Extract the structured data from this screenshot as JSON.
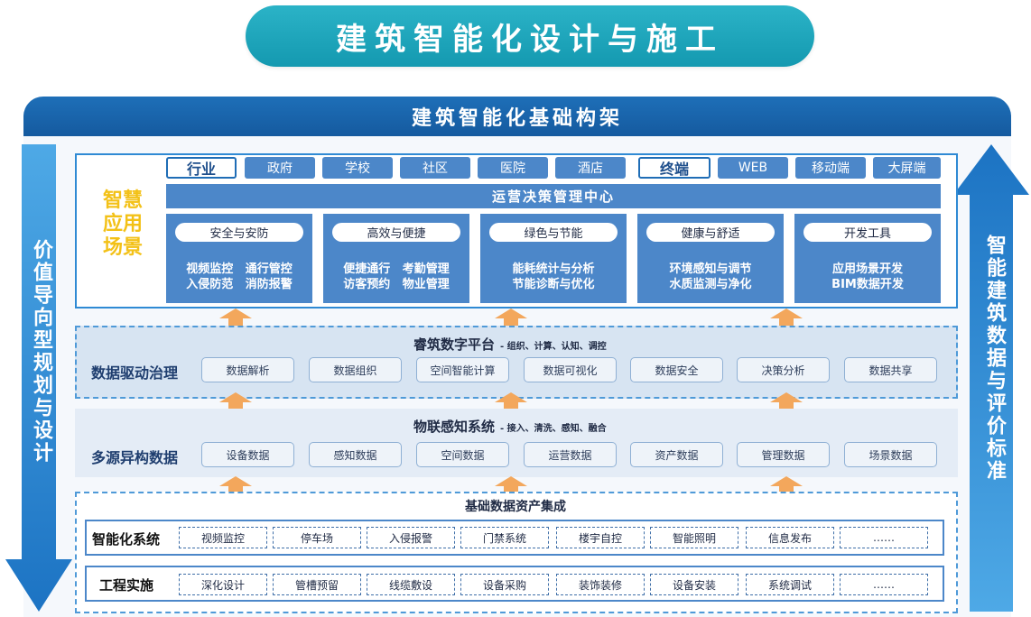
{
  "title": "建筑智能化设计与施工",
  "banner": "建筑智能化基础构架",
  "left_axis": "价值导向型规划与设计",
  "right_axis": "智能建筑数据与评价标准",
  "scenario": {
    "label": "智慧应用场景",
    "pills": [
      "行业",
      "政府",
      "学校",
      "社区",
      "医院",
      "酒店",
      "终端",
      "WEB",
      "移动端",
      "大屏端"
    ],
    "ops_center": "运营决策管理中心",
    "cards": [
      {
        "head": "安全与安防",
        "line1": "视频监控   通行管控",
        "line2": "入侵防范   消防报警"
      },
      {
        "head": "高效与便捷",
        "line1": "便捷通行   考勤管理",
        "line2": "访客预约   物业管理"
      },
      {
        "head": "绿色与节能",
        "line1": "能耗统计与分析",
        "line2": "节能诊断与优化"
      },
      {
        "head": "健康与舒适",
        "line1": "环境感知与调节",
        "line2": "水质监测与净化"
      },
      {
        "head": "开发工具",
        "line1": "应用场景开发",
        "line2": "BIM数据开发"
      }
    ]
  },
  "platform": {
    "title": "睿筑数字平台",
    "subtitle": "- 组织、计算、认知、调控",
    "left_label": "数据驱动治理",
    "items": [
      "数据解析",
      "数据组织",
      "空间智能计算",
      "数据可视化",
      "数据安全",
      "决策分析",
      "数据共享"
    ]
  },
  "iot": {
    "title": "物联感知系统",
    "subtitle": "- 接入、清洗、感知、融合",
    "left_label": "多源异构数据",
    "items": [
      "设备数据",
      "感知数据",
      "空间数据",
      "运营数据",
      "资产数据",
      "管理数据",
      "场景数据"
    ]
  },
  "assets": {
    "title": "基础数据资产集成",
    "rows": [
      {
        "label": "智能化系统",
        "items": [
          "视频监控",
          "停车场",
          "入侵报警",
          "门禁系统",
          "楼宇自控",
          "智能照明",
          "信息发布",
          "……"
        ]
      },
      {
        "label": "工程实施",
        "items": [
          "深化设计",
          "管槽预留",
          "线缆敷设",
          "设备采购",
          "装饰装修",
          "设备安装",
          "系统调试",
          "……"
        ]
      }
    ]
  },
  "colors": {
    "teal": "#1fa6bb",
    "navy": "#1a64ab",
    "accent_yellow": "#f3c117",
    "card_blue": "#4c87c9",
    "arrow_orange": "#f3a75c"
  }
}
